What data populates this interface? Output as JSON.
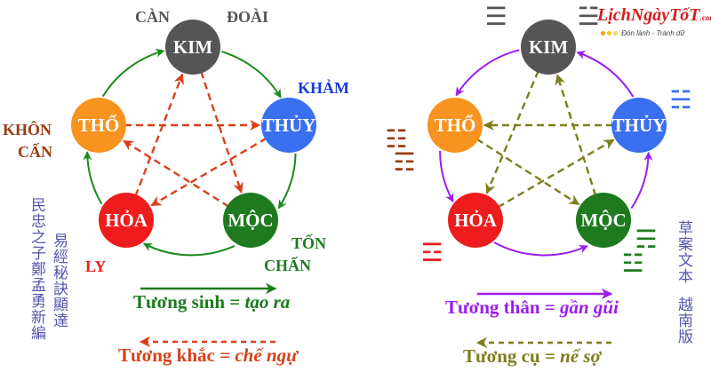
{
  "logo": {
    "brand": "LịchNgàyTốT",
    "domain": ".com",
    "slogan": "Đón lành - Tránh dữ",
    "dot_colors": [
      "#f4a21c",
      "#f4c81c",
      "#f8d860"
    ]
  },
  "elements": {
    "kim": {
      "label": "KIM",
      "color": "#555555"
    },
    "thuy": {
      "label": "THỦY",
      "color": "#3a6ff0"
    },
    "moc": {
      "label": "MỘC",
      "color": "#1f7a1f"
    },
    "hoa": {
      "label": "HỎA",
      "color": "#ee1c1c"
    },
    "tho": {
      "label": "THỔ",
      "color": "#f7931e"
    }
  },
  "left_diagram": {
    "trigram_labels": {
      "can": {
        "text": "CÀN",
        "color": "#555555"
      },
      "doai": {
        "text": "ĐOÀI",
        "color": "#555555"
      },
      "kham": {
        "text": "KHẢM",
        "color": "#1a3ad8"
      },
      "khon": {
        "text": "KHÔN",
        "color": "#9b3a14"
      },
      "can2": {
        "text": "CẤN",
        "color": "#9b3a14"
      },
      "ly": {
        "text": "LY",
        "color": "#ee1c1c"
      },
      "ton": {
        "text": "TỐN",
        "color": "#1f7a1f"
      },
      "chan": {
        "text": "CHẤN",
        "color": "#1f7a1f"
      }
    },
    "generating_cycle": [
      "kim",
      "thuy",
      "moc",
      "hoa",
      "tho"
    ],
    "generating_color": "#1a8a1a",
    "controlling_pairs": [
      [
        "tho",
        "thuy"
      ],
      [
        "kim",
        "moc"
      ],
      [
        "moc",
        "tho"
      ],
      [
        "thuy",
        "hoa"
      ],
      [
        "hoa",
        "kim"
      ]
    ],
    "controlling_color": "#d9401a",
    "legend": [
      {
        "term": "Tương sinh",
        "eq": " = ",
        "meaning": "tạo ra",
        "color": "#1a7a1a",
        "style": "solid",
        "direction": "right"
      },
      {
        "term": "Tương khắc",
        "eq": " = ",
        "meaning": "chế ngự",
        "color": "#d9401a",
        "style": "dashed",
        "direction": "left"
      }
    ],
    "vertical_text": [
      "民忠之子鄭孟勇新編",
      "易經秘訣顯達"
    ]
  },
  "right_diagram": {
    "trigrams": {
      "kim_left": {
        "symbol": "☰",
        "color": "#555555"
      },
      "kim_right": {
        "symbol": "☱",
        "color": "#555555"
      },
      "thuy": {
        "symbol": "☵",
        "color": "#3a6ff0"
      },
      "tho_1": {
        "symbol": "☷",
        "color": "#9b3a14"
      },
      "tho_2": {
        "symbol": "☶",
        "color": "#9b3a14"
      },
      "hoa": {
        "symbol": "☲",
        "color": "#ee1c1c"
      },
      "moc_1": {
        "symbol": "☴",
        "color": "#1f7a1f"
      },
      "moc_2": {
        "symbol": "☳",
        "color": "#1f7a1f"
      }
    },
    "attracting_cycle": [
      "kim",
      "tho",
      "hoa",
      "moc",
      "thuy"
    ],
    "attracting_color": "#9a1cf2",
    "fearing_pairs": [
      [
        "thuy",
        "tho"
      ],
      [
        "kim",
        "hoa"
      ],
      [
        "moc",
        "kim"
      ],
      [
        "hoa",
        "thuy"
      ],
      [
        "tho",
        "moc"
      ]
    ],
    "fearing_color": "#7d7d1a",
    "legend": [
      {
        "term": "Tương thân",
        "eq": " = ",
        "meaning": "gần gũi",
        "color": "#9a1cf2",
        "style": "solid",
        "direction": "right"
      },
      {
        "term": "Tương cụ",
        "eq": " = ",
        "meaning": "nể sợ",
        "color": "#7d7d1a",
        "style": "dashed",
        "direction": "left"
      }
    ],
    "vertical_text": [
      "草案文本",
      "越南版"
    ]
  }
}
